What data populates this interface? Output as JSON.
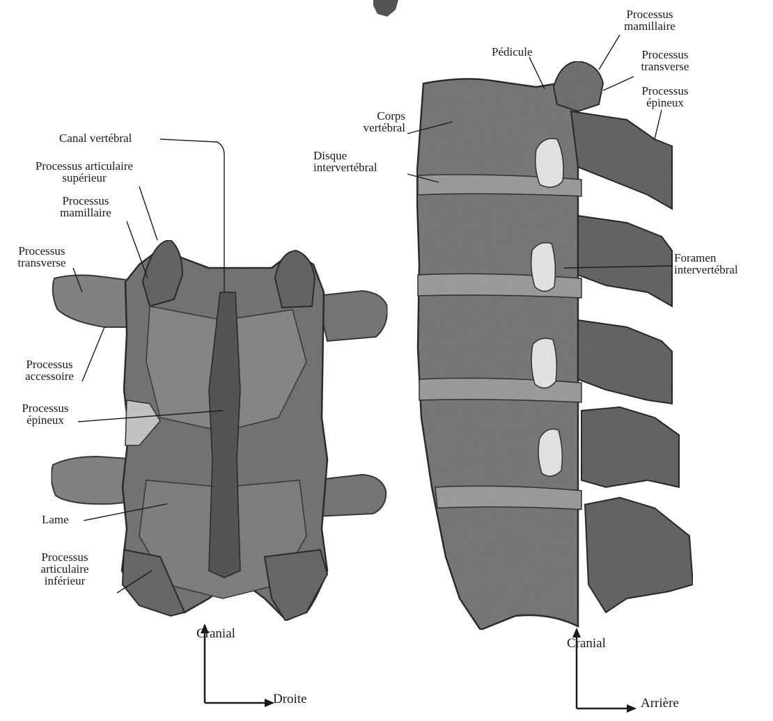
{
  "posterior_view": {
    "labels": {
      "canal_vertebral": "Canal vertébral",
      "processus_articulaire_superieur": [
        "Processus articulaire",
        "supérieur"
      ],
      "processus_mamillaire": [
        "Processus",
        "mamillaire"
      ],
      "processus_transverse": [
        "Processus",
        "transverse"
      ],
      "processus_accessoire": [
        "Processus",
        "accessoire"
      ],
      "processus_epineux": [
        "Processus",
        "épineux"
      ],
      "lame": "Lame",
      "processus_articulaire_inferieur": [
        "Processus",
        "articulaire",
        "inférieur"
      ]
    },
    "axes": {
      "up": "Cranial",
      "right": "Droite"
    }
  },
  "lateral_view": {
    "labels": {
      "pedicule": "Pédicule",
      "processus_mamillaire": [
        "Processus",
        "mamillaire"
      ],
      "processus_transverse": [
        "Processus",
        "transverse"
      ],
      "processus_epineux": [
        "Processus",
        "épineux"
      ],
      "corps_vertebral": [
        "Corps",
        "vertébral"
      ],
      "disque_intervertebral": [
        "Disque",
        "intervertébral"
      ],
      "foramen_intervertebral": [
        "Foramen",
        "intervertébral"
      ]
    },
    "axes": {
      "up": "Cranial",
      "right": "Arrière"
    }
  },
  "colors": {
    "bone": "#7a7a7a",
    "bone_dark": "#4a4a4a",
    "bone_light": "#a8a8a8",
    "ink": "#1a1a1a"
  }
}
